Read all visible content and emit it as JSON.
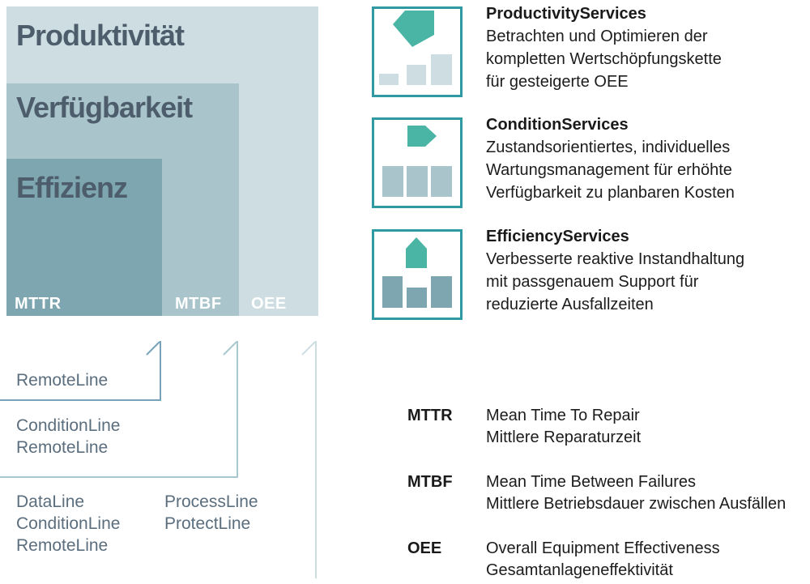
{
  "palette": {
    "level1_light": "#CEDDE1",
    "level2_medium": "#A9C4CA",
    "level3_dark": "#7EA6B0",
    "teal_accent": "#4AB4A5",
    "teal_border": "#2F9AA2",
    "heading_text": "#4D5D6C",
    "label_text": "#5B6E7E",
    "bracket1": "#78A2BA",
    "bracket2": "#A7C8CE",
    "bracket3": "#CCDEE1",
    "body_text": "#1C1C1C",
    "metric_text": "#FFFFFF"
  },
  "pyramid": {
    "levels": [
      {
        "label": "Produktivität",
        "metric": "OEE"
      },
      {
        "label": "Verfügbarkeit",
        "metric": "MTBF"
      },
      {
        "label": "Effizienz",
        "metric": "MTTR"
      }
    ]
  },
  "services": [
    {
      "title": "ProductivityServices",
      "line1": "Betrachten und Optimieren der",
      "line2": "kompletten Wertschöpfungskette",
      "line3": "für gesteigerte OEE",
      "icon": "tag-arrow-down-left-rising-bars-icon"
    },
    {
      "title": "ConditionServices",
      "line1": "Zustandsorientiertes, individuelles",
      "line2": "Wartungsmanagement für erhöhte",
      "line3": "Verfügbarkeit zu planbaren Kosten",
      "icon": "arrow-right-equal-bars-icon"
    },
    {
      "title": "EfficiencyServices",
      "line1": "Verbesserte reaktive Instandhaltung",
      "line2": "mit passgenauem Support für",
      "line3": "reduzierte Ausfallzeiten",
      "icon": "arrow-up-bars-icon"
    }
  ],
  "product_lines": {
    "group1": {
      "item1": "RemoteLine"
    },
    "group2": {
      "item1": "ConditionLine",
      "item2": "RemoteLine"
    },
    "group3_col1": {
      "item1": "DataLine",
      "item2": "ConditionLine",
      "item3": "RemoteLine"
    },
    "group3_col2": {
      "item1": "ProcessLine",
      "item2": "ProtectLine"
    }
  },
  "definitions": [
    {
      "abbr": "MTTR",
      "en": "Mean Time To Repair",
      "de": "Mittlere Reparaturzeit"
    },
    {
      "abbr": "MTBF",
      "en": "Mean Time Between Failures",
      "de": "Mittlere Betriebsdauer zwischen Ausfällen"
    },
    {
      "abbr": "OEE",
      "en": "Overall Equipment Effectiveness",
      "de": "Gesamtanlageneffektivität"
    }
  ]
}
